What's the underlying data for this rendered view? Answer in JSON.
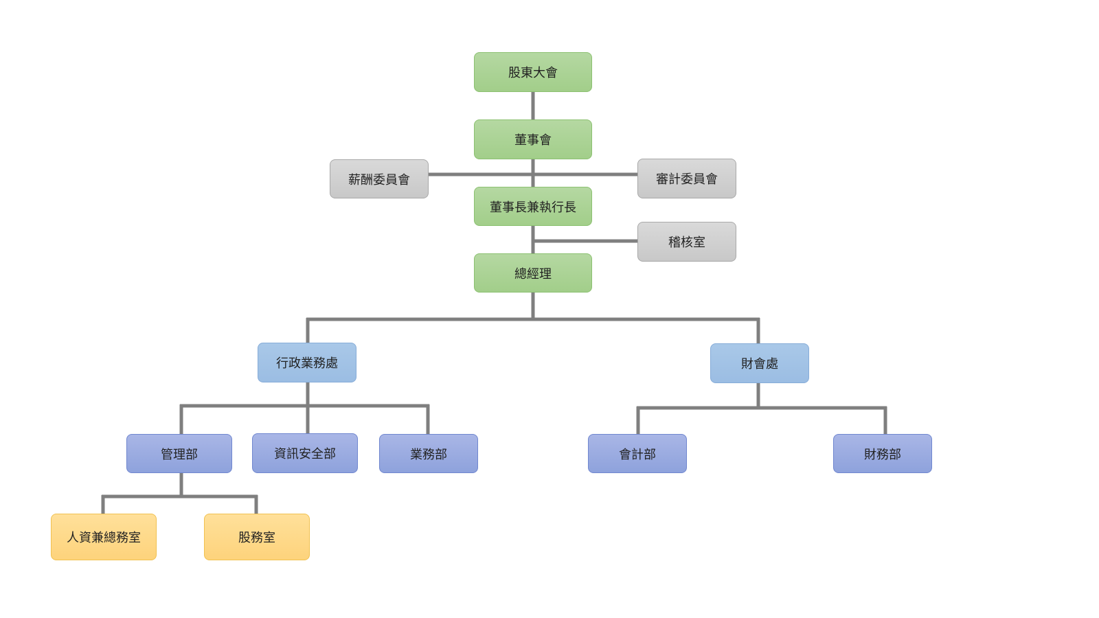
{
  "org_chart": {
    "shareholders": "股東大會",
    "board": "董事會",
    "remuneration_committee": "薪酬委員會",
    "audit_committee": "審計委員會",
    "chairman_ceo": "董事長兼執行長",
    "internal_audit": "稽核室",
    "general_manager": "總經理",
    "admin_business_division": "行政業務處",
    "finance_division": "財會處",
    "management_dept": "管理部",
    "infosec_dept": "資訊安全部",
    "business_dept": "業務部",
    "accounting_dept": "會計部",
    "treasury_dept": "財務部",
    "hr_general_affairs": "人資兼總務室",
    "shareholder_affairs": "股務室"
  },
  "colors": {
    "executive": "#a9d18e",
    "committee": "#d0d0d0",
    "division": "#9dc3e6",
    "department": "#8faadc",
    "office": "#ffd966",
    "connector": "#7f7f7f"
  }
}
